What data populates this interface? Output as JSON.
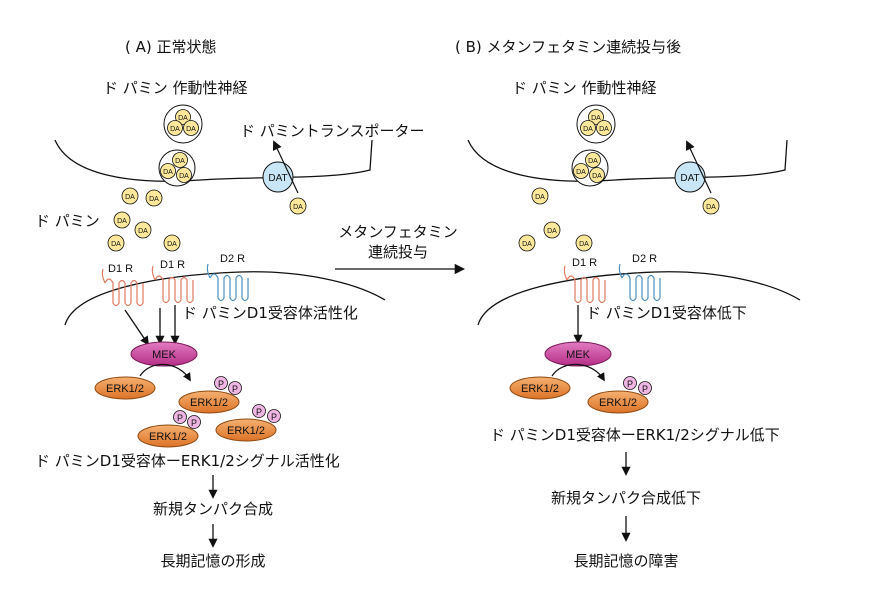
{
  "panel_a": {
    "title": "( A) 正常状態",
    "neuron_label": "ド パミン 作動性神経",
    "transporter_label": "ド パミントランスポーター",
    "dopamine_label": "ド パミン",
    "activation_label": "ド パミンD1受容体活性化",
    "signal_label": "ド パミンD1受容体ーERK1/2シグナル活性化",
    "step1": "新規タンパク合成",
    "step2": "長期記憶の形成"
  },
  "panel_b": {
    "title": "( B) メタンフェタミン連続投与後",
    "neuron_label": "ド パミン 作動性神経",
    "receptor_decrease_label": "ド パミンD1受容体低下",
    "signal_label": "ド パミンD1受容体ーERK1/2シグナル低下",
    "step1": "新規タンパク合成低下",
    "step2": "長期記憶の障害"
  },
  "middle": {
    "line1": "メタンフェタミン",
    "line2": "連続投与"
  },
  "labels": {
    "da": "DA",
    "dat": "DAT",
    "d1r": "D1 R",
    "d2r": "D2 R",
    "mek": "MEK",
    "erk": "ERK1/2",
    "p": "P"
  },
  "colors": {
    "da_fill": "#fbe89a",
    "dat_fill": "#c9e6f7",
    "d1_stroke": "#e07a5f",
    "d2_stroke": "#4a90c2",
    "mek_fill": "#cc3e9a",
    "erk_fill": "#ec8a3c",
    "p_fill": "#efb6e4"
  }
}
